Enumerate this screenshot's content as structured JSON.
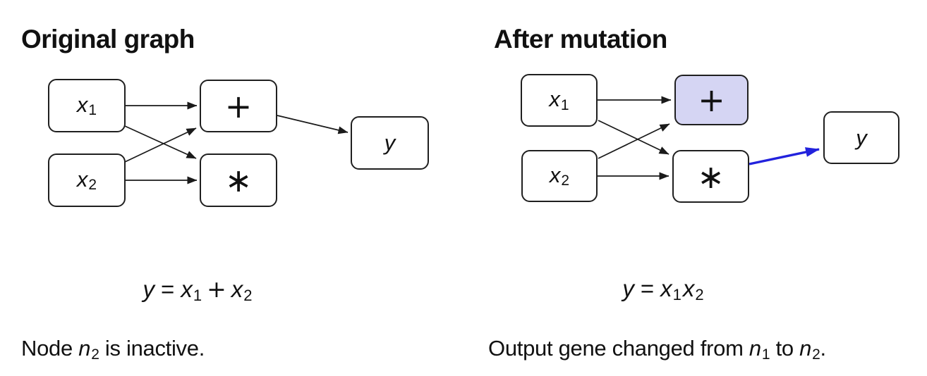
{
  "colors": {
    "edge_color": "#1a1a1a",
    "node_border": "#1f1f1f",
    "node_fill": "#ffffff",
    "highlight_fill": "#d5d5f3",
    "mutation_edge_color": "#2222dd",
    "text_color": "#111111"
  },
  "left_panel": {
    "title": "Original graph",
    "nodes": {
      "x1": {
        "base": "x",
        "sub": "1"
      },
      "x2": {
        "base": "x",
        "sub": "2"
      },
      "sum": {
        "label": "+"
      },
      "product": {
        "label": "∗"
      },
      "y": {
        "label": "y"
      }
    },
    "formula": {
      "lhs": "y",
      "rel": "=",
      "t1_base": "x",
      "t1_sub": "1",
      "op": "+",
      "t2_base": "x",
      "t2_sub": "2"
    },
    "caption": {
      "pre": "Node ",
      "var": "n",
      "var_sub": "2",
      "post": " is inactive."
    }
  },
  "right_panel": {
    "title": "After mutation",
    "nodes": {
      "x1": {
        "base": "x",
        "sub": "1"
      },
      "x2": {
        "base": "x",
        "sub": "2"
      },
      "sum": {
        "label": "+"
      },
      "product": {
        "label": "∗"
      },
      "y": {
        "label": "y"
      }
    },
    "formula": {
      "lhs": "y",
      "rel": "=",
      "t1_base": "x",
      "t1_sub": "1",
      "t2_base": "x",
      "t2_sub": "2"
    },
    "caption": {
      "pre": "Output gene changed from ",
      "var1": "n",
      "var1_sub": "1",
      "mid": " to ",
      "var2": "n",
      "var2_sub": "2",
      "post": "."
    }
  }
}
